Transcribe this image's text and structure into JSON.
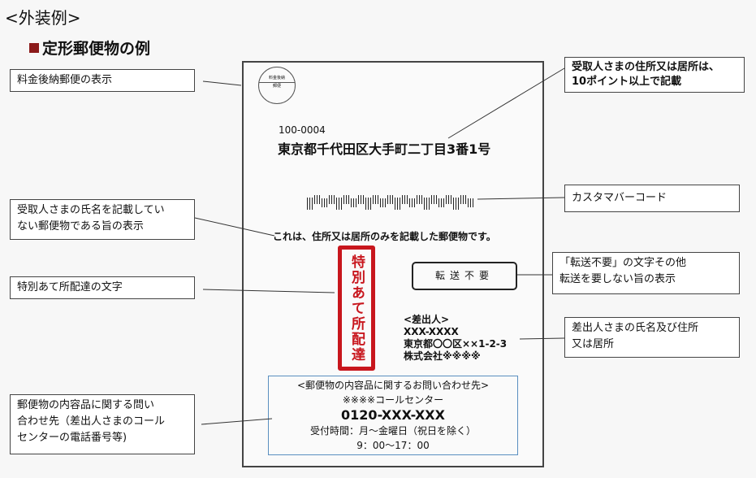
{
  "header": {
    "title": "<外装例>",
    "subtitle": "定形郵便物の例"
  },
  "envelope": {
    "stamp": {
      "line1": "料金後納",
      "line2": "郵便"
    },
    "postal_code": "100-0004",
    "address": "東京都千代田区大手町二丁目3番1号",
    "notice": "これは、住所又は居所のみを記載した郵便物です。",
    "special_delivery": "特別あて所配達",
    "no_forward": "転送不要",
    "sender": {
      "heading": "<差出人>",
      "postal": "XXX-XXXX",
      "address": "東京都〇〇区××1-2-3",
      "company": "株式会社※※※※"
    },
    "contact": {
      "heading": "<郵便物の内容品に関するお問い合わせ先>",
      "center": "※※※※コールセンター",
      "phone": "0120-XXX-XXX",
      "hours_label": "受付時間：月～金曜日（祝日を除く）",
      "hours": "9：00～17：00"
    }
  },
  "callouts": {
    "postage": "料金後納郵便の表示",
    "no_name": [
      "受取人さまの氏名を記載してい",
      "ない郵便物である旨の表示"
    ],
    "special": "特別あて所配達の文字",
    "inquiry": [
      "郵便物の内容品に関する問い",
      "合わせ先（差出人さまのコール",
      "センターの電話番号等)"
    ],
    "address_size": [
      "受取人さまの住所又は居所は、",
      "10ポイント以上で記載"
    ],
    "barcode": "カスタマバーコード",
    "no_forward": [
      "「転送不要」の文字その他",
      "転送を要しない旨の表示"
    ],
    "sender": [
      "差出人さまの氏名及び住所",
      "又は居所"
    ]
  }
}
